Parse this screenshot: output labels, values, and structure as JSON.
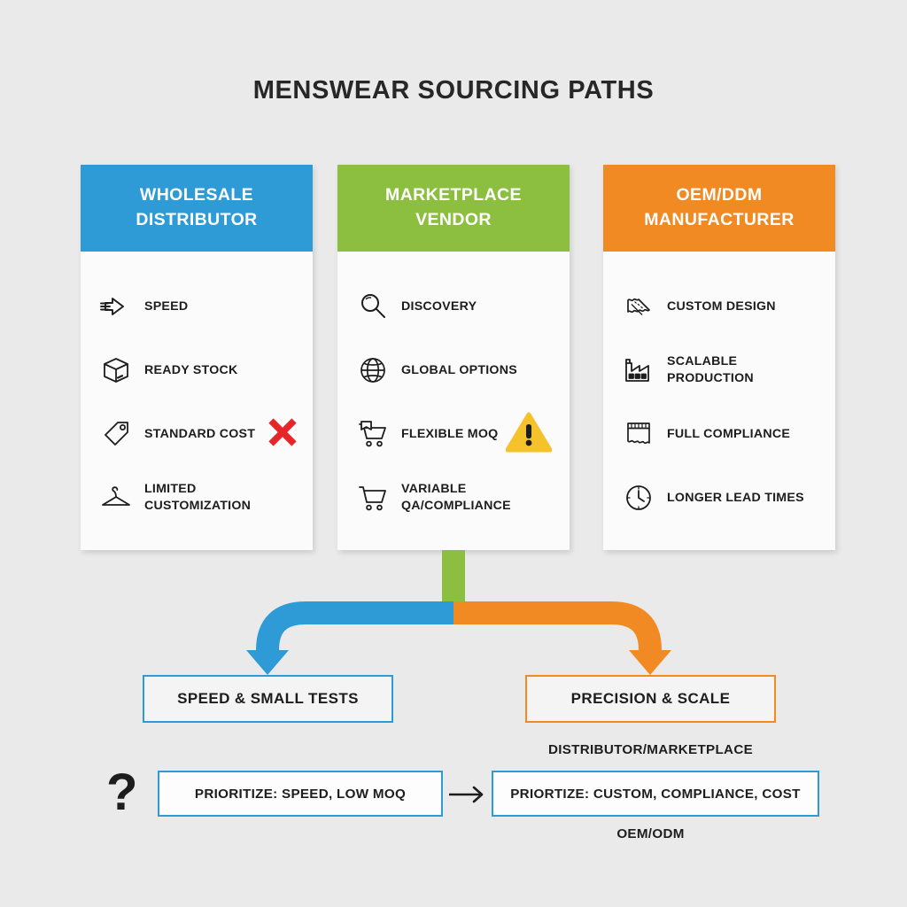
{
  "title": "MENSWEAR SOURCING PATHS",
  "colors": {
    "background": "#eaeaea",
    "wholesale_blue": "#2e9bd6",
    "marketplace_green": "#8cbf40",
    "oem_orange": "#f18a23",
    "warning_yellow": "#f5c22c",
    "error_red": "#e52528",
    "text_dark": "#1d1d1d"
  },
  "cards": [
    {
      "header": "WHOLESALE\nDISTRIBUTOR",
      "header_line1": "WHOLESALE",
      "header_line2": "DISTRIBUTOR",
      "accent": "#2e9bd6",
      "features": [
        {
          "label": "SPEED",
          "icon": "speed-arrow-icon",
          "badge": null
        },
        {
          "label": "READY STOCK",
          "icon": "box-icon",
          "badge": null
        },
        {
          "label": "STANDARD COST",
          "icon": "price-tag-icon",
          "badge": "red-x-icon"
        },
        {
          "label": "LIMITED\nCUSTOMIZATION",
          "icon": "hanger-icon",
          "badge": null
        }
      ]
    },
    {
      "header": "MARKETPLACE\nVENDOR",
      "header_line1": "MARKETPLACE",
      "header_line2": "VENDOR",
      "accent": "#8cbf40",
      "features": [
        {
          "label": "DISCOVERY",
          "icon": "magnifier-icon",
          "badge": null
        },
        {
          "label": "GLOBAL OPTIONS",
          "icon": "globe-icon",
          "badge": null
        },
        {
          "label": "FLEXIBLE MOQ",
          "icon": "shopping-cart-box-icon",
          "badge": "warning-triangle-icon"
        },
        {
          "label": "VARIABLE\nQA/COMPLIANCE",
          "icon": "shopping-cart-icon",
          "badge": null
        }
      ]
    },
    {
      "header": "OEM/DDM\nMANUFACTURER",
      "header_line1": "OEM/DDM",
      "header_line2": "MANUFACTURER",
      "accent": "#f18a23",
      "features": [
        {
          "label": "CUSTOM DESIGN",
          "icon": "ruler-fabric-icon",
          "badge": null
        },
        {
          "label": "SCALABLE\nPRODUCTION",
          "icon": "factory-icon",
          "badge": null
        },
        {
          "label": "FULL COMPLIANCE",
          "icon": "fabric-swatch-icon",
          "badge": null
        },
        {
          "label": "LONGER LEAD TIMES",
          "icon": "clock-icon",
          "badge": null
        }
      ]
    }
  ],
  "outcomes": [
    {
      "label": "SPEED & SMALL TESTS",
      "accent": "#2e9bd6"
    },
    {
      "label": "PRECISION & SCALE",
      "accent": "#f18a23"
    }
  ],
  "captions": {
    "distributor_marketplace": "DISTRIBUTOR/MARKETPLACE",
    "oem_odm": "OEM/ODM"
  },
  "decision": {
    "question_mark": "?",
    "left_label": "PRIORITIZE: SPEED, LOW MOQ",
    "right_label": "PRIORTIZE: CUSTOM, COMPLIANCE, COST"
  }
}
